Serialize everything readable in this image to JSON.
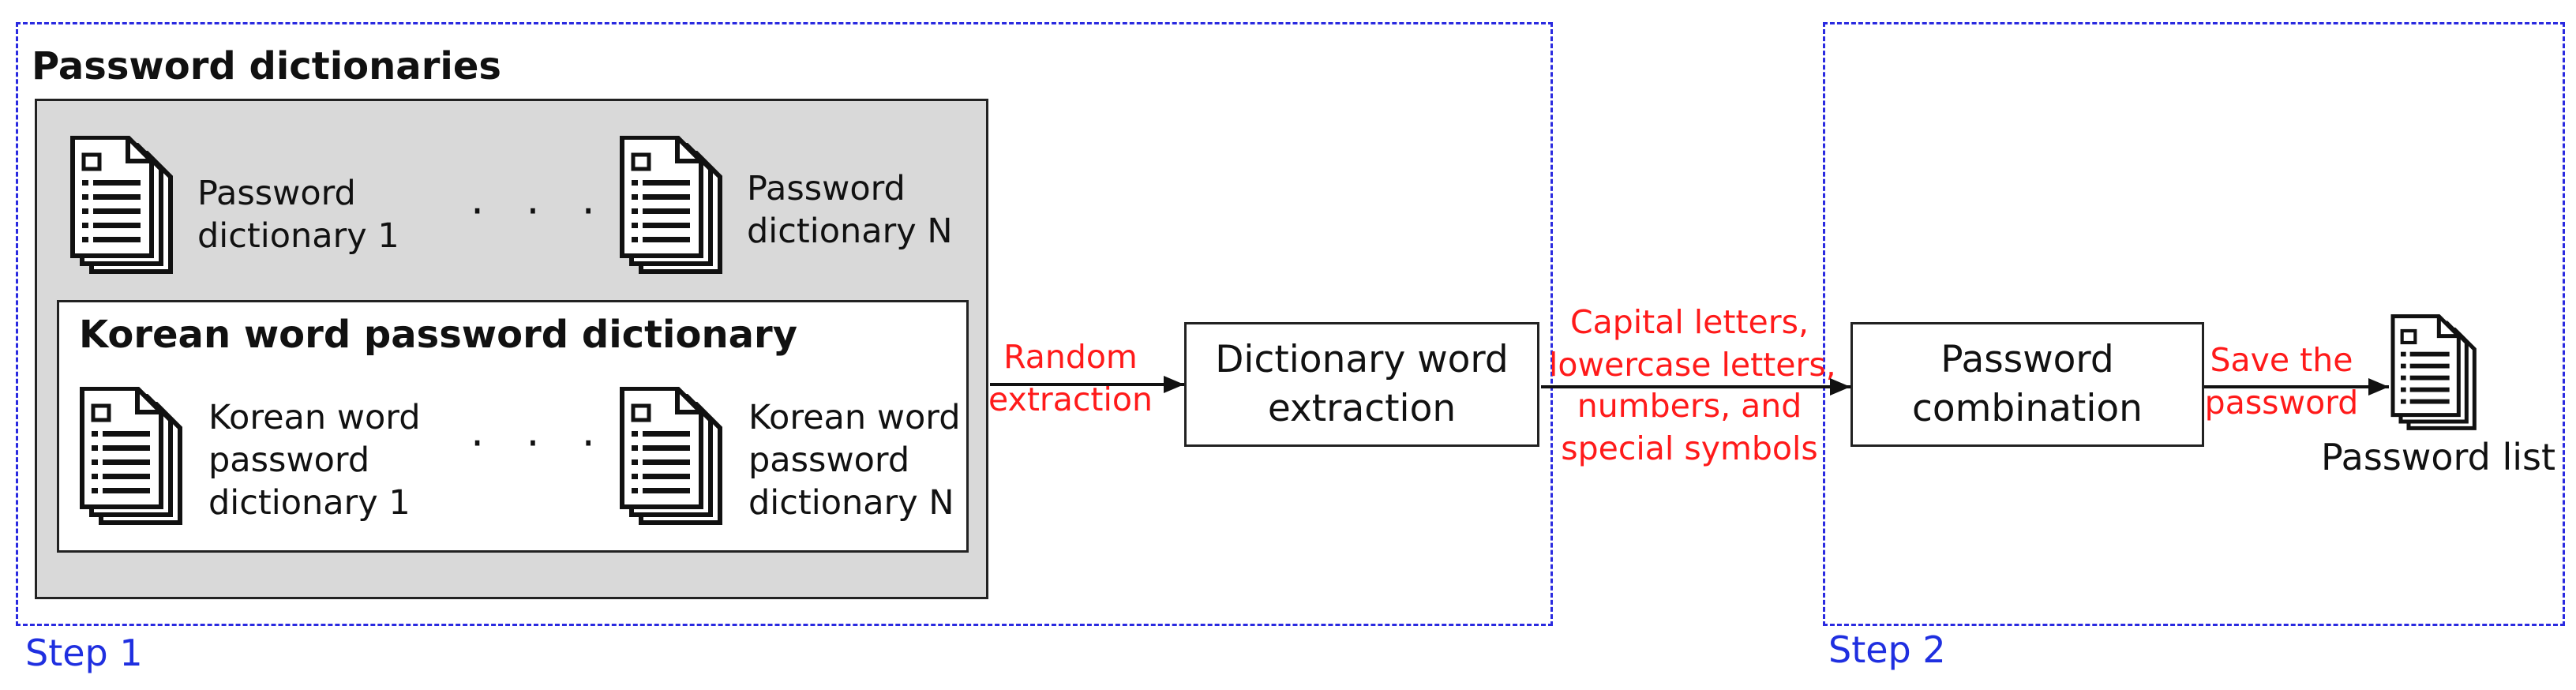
{
  "step1": {
    "label": "Step 1",
    "dictionaries_title": "Password dictionaries",
    "dict1_line1": "Password",
    "dict1_line2": "dictionary 1",
    "dictN_line1": "Password",
    "dictN_line2": "dictionary N",
    "ellipsis": "· · ·",
    "korean_title": "Korean word password dictionary",
    "kdict1_line1": "Korean word",
    "kdict1_line2": "password",
    "kdict1_line3": "dictionary 1",
    "kdictN_line1": "Korean word",
    "kdictN_line2": "password",
    "kdictN_line3": "dictionary N",
    "random_line1": "Random",
    "random_line2": "extraction",
    "extraction_line1": "Dictionary word",
    "extraction_line2": "extraction"
  },
  "transition": {
    "line1": "Capital letters,",
    "line2": "lowercase letters,",
    "line3": "numbers, and",
    "line4": "special symbols"
  },
  "step2": {
    "label": "Step 2",
    "combination_line1": "Password",
    "combination_line2": "combination",
    "save_line1": "Save the",
    "save_line2": "password",
    "output_label": "Password list"
  },
  "colors": {
    "accent_text": "#ff1a1a",
    "step_border": "#2a2ae0",
    "panel_fill": "#d9d9d9"
  },
  "icons": [
    "document-stack-icon"
  ]
}
